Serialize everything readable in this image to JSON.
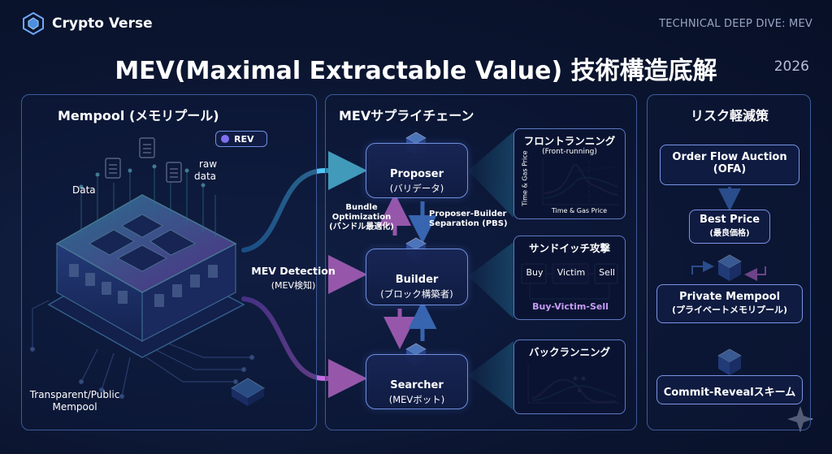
{
  "header": {
    "brand": "Crypto Verse",
    "tag": "TECHNICAL DEEP DIVE: MEV",
    "title": "MEV(Maximal Extractable Value) 技術構造底解",
    "year": "2026"
  },
  "mempool": {
    "title": "Mempool (メモリプール)",
    "rev_badge": "REV",
    "label_data": "Data",
    "label_raw_1": "raw",
    "label_raw_2": "data",
    "caption_1": "Transparent/Public",
    "caption_2": "Mempool"
  },
  "chain": {
    "title": "MEVサプライチェーン",
    "detection_1": "MEV Detection",
    "detection_2": "(MEV検知)",
    "proposer": {
      "title": "Proposer",
      "subtitle": "(バリデータ)"
    },
    "builder": {
      "title": "Builder",
      "subtitle": "(ブロック構築者)"
    },
    "searcher": {
      "title": "Searcher",
      "subtitle": "(MEVボット)"
    },
    "bundle_1": "Bundle",
    "bundle_2": "Optimization",
    "bundle_3": "(バンドル最適化)",
    "pbs_1": "Proposer-Builder",
    "pbs_2": "Separation (PBS)",
    "frontrun": {
      "title": "フロントランニング",
      "subtitle": "(Front-running)",
      "y_axis": "Time & Gas Price",
      "x_axis": "Time & Gas Price"
    },
    "sandwich": {
      "title": "サンドイッチ攻撃",
      "buy": "Buy",
      "victim": "Victim",
      "sell": "Sell",
      "caption": "Buy-Victim-Sell"
    },
    "backrun": {
      "title": "バックランニング"
    }
  },
  "risk": {
    "title": "リスク軽減策",
    "ofa_1": "Order Flow Auction",
    "ofa_2": "(OFA)",
    "best_price_1": "Best Price",
    "best_price_2": "(最良価格)",
    "private_1": "Private Mempool",
    "private_2": "(プライベートメモリプール)",
    "commit": "Commit-Revealスキーム"
  },
  "colors": {
    "background": "#0b1530",
    "panel_border": "#3e5a9a",
    "cyan": "#39c6f0",
    "magenta": "#d24fd6",
    "blue_arrow": "#4f8ff0",
    "pink_arrow": "#e07ae6"
  }
}
